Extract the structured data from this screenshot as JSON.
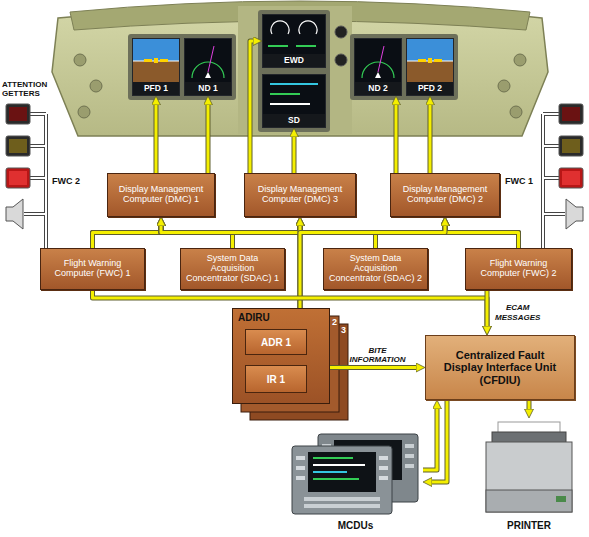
{
  "diagram": {
    "nodes": [
      {
        "text": [
          "PFD 1"
        ]
      },
      {
        "text": [
          "ND 1"
        ]
      },
      {
        "text": [
          "EWD"
        ]
      },
      {
        "text": [
          "SD"
        ]
      },
      {
        "text": [
          "ND 2"
        ]
      },
      {
        "text": [
          "PFD 2"
        ]
      },
      {
        "text": [
          "Display Management Computer (DMC) 1"
        ]
      },
      {
        "text": [
          "Display Management Computer (DMC) 3"
        ]
      },
      {
        "text": [
          "Display Management Computer (DMC) 2"
        ]
      },
      {
        "text": [
          "Flight Warning Computer (FWC) 1"
        ]
      },
      {
        "text": [
          "System Data Acquisition Concentrator (SDAC) 1"
        ]
      },
      {
        "text": [
          "System Data Acquisition Concentrator (SDAC) 2"
        ]
      },
      {
        "text": [
          "Flight Warning Computer (FWC) 2"
        ]
      },
      {
        "text": [
          "ADIRU"
        ]
      },
      {
        "text": [
          "ADR 1"
        ],
        "in": 13
      },
      {
        "text": [
          "IR 1"
        ],
        "in": 13
      },
      {
        "text": [
          "Centralized Fault Display Interface Unit (CFDIU)"
        ]
      },
      {
        "text": [
          "MCDUs"
        ]
      },
      {
        "text": [
          "PRINTER"
        ]
      }
    ],
    "edges": [
      {
        "from": 6,
        "to": 0,
        "arrow": "to"
      },
      {
        "from": 6,
        "to": 1,
        "arrow": "to"
      },
      {
        "from": 7,
        "to": 2,
        "arrow": "to"
      },
      {
        "from": 7,
        "to": 3,
        "arrow": "to"
      },
      {
        "from": 8,
        "to": 4,
        "arrow": "to"
      },
      {
        "from": 8,
        "to": 5,
        "arrow": "to"
      },
      {
        "from": 9,
        "to": 6,
        "arrow": "to"
      },
      {
        "from": 9,
        "to": 7,
        "arrow": "to"
      },
      {
        "from": 9,
        "to": 8,
        "arrow": "to"
      },
      {
        "from": 10,
        "to": 6,
        "arrow": "to"
      },
      {
        "from": 10,
        "to": 7,
        "arrow": "to"
      },
      {
        "from": 10,
        "to": 8,
        "arrow": "to"
      },
      {
        "from": 11,
        "to": 6,
        "arrow": "to"
      },
      {
        "from": 11,
        "to": 7,
        "arrow": "to"
      },
      {
        "from": 11,
        "to": 8,
        "arrow": "to"
      },
      {
        "from": 12,
        "to": 6,
        "arrow": "to"
      },
      {
        "from": 12,
        "to": 7,
        "arrow": "to"
      },
      {
        "from": 12,
        "to": 8,
        "arrow": "to"
      },
      {
        "from": 13,
        "to": 6,
        "arrow": "to"
      },
      {
        "from": 13,
        "to": 7,
        "arrow": "to"
      },
      {
        "from": 13,
        "to": 8,
        "arrow": "to"
      },
      {
        "from": 9,
        "to": 16,
        "arrow": "to"
      },
      {
        "from": 12,
        "to": 16,
        "arrow": "to",
        "label": "ECAM MESSAGES"
      },
      {
        "from": 13,
        "to": 16,
        "arrow": "to",
        "label": "BITE INFORMATION"
      },
      {
        "from": 16,
        "to": 17,
        "arrow": "to"
      },
      {
        "from": 17,
        "to": 16,
        "arrow": "to"
      },
      {
        "from": 16,
        "to": 18,
        "arrow": "to"
      }
    ],
    "labels": [
      "ATTENTION GETTERS",
      "FWC 2",
      "FWC 1",
      "2",
      "3"
    ]
  }
}
